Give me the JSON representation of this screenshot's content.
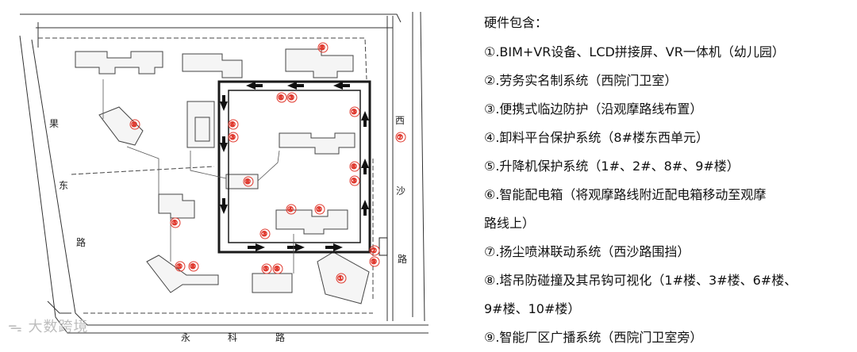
{
  "legend": {
    "title": "硬件包含：",
    "items": [
      "①.BIM+VR设备、LCD拼接屏、VR一体机（幼儿园）",
      "②.劳务实名制系统（西院门卫室）",
      "③.便携式临边防护（沿观摩路线布置）",
      "④.卸料平台保护系统（8#楼东西单元）",
      "⑤.升降机保护系统（1#、2#、8#、9#楼）",
      "⑥.智能配电箱（将观摩路线附近配电箱移动至观摩",
      "路线上）",
      "⑦.扬尘喷淋联动系统（西沙路围挡）",
      "⑧.塔吊防碰撞及其吊钩可视化（1#楼、3#楼、6#楼、",
      "9#楼、10#楼）",
      "⑨.智能厂区广播系统（西院门卫室旁）"
    ]
  },
  "plan": {
    "roads": {
      "west_chars": [
        "果",
        "东",
        "路"
      ],
      "east_chars": [
        "西",
        "沙",
        "路"
      ],
      "south_chars": [
        "永",
        "科",
        "路"
      ]
    },
    "markers": {
      "m1": "①",
      "m2": "②",
      "m3": "③",
      "m4": "④",
      "m5": "⑤",
      "m6": "⑥",
      "m7": "⑦",
      "m8": "⑧",
      "m9": "⑨"
    }
  },
  "watermark": "大数跨境",
  "colors": {
    "marker": "#e03a2f",
    "line": "#1a1a1a"
  }
}
